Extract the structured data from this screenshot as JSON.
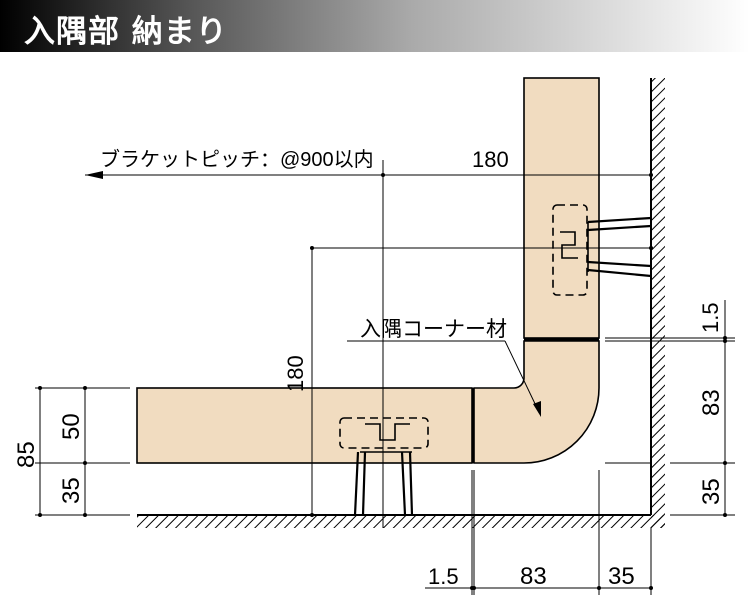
{
  "title": "入隅部 納まり",
  "labels": {
    "pitch": "ブラケットピッチ：@900以内",
    "corner": "入隅コーナー材",
    "dim_top": "180",
    "dim_vert": "180",
    "left_total": "85",
    "left_upper": "50",
    "left_lower": "35",
    "right_gap": "1.5",
    "right_mid": "83",
    "right_low": "35",
    "bot_gap": "1.5",
    "bot_mid": "83",
    "bot_right": "35"
  },
  "colors": {
    "duct": "#f1dcc0"
  }
}
